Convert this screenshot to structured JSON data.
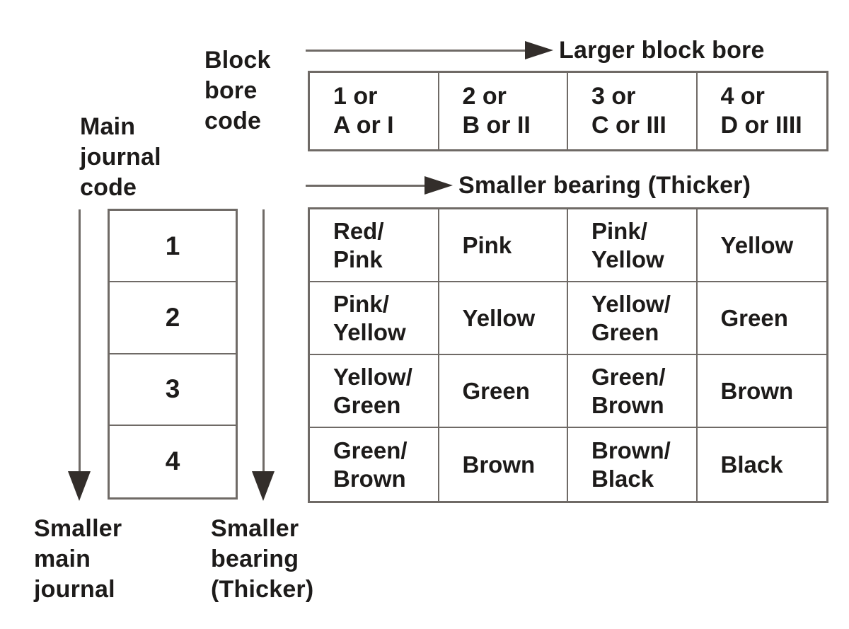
{
  "labels": {
    "block_bore_code": "Block\nbore\ncode",
    "larger_block_bore": "Larger block bore",
    "smaller_bearing_top": "Smaller bearing (Thicker)",
    "main_journal_code": "Main\njournal\ncode",
    "smaller_main_journal": "Smaller\nmain\njournal",
    "smaller_bearing_bottom": "Smaller\nbearing\n(Thicker)"
  },
  "block_bore_header": {
    "columns": [
      "1 or\nA or I",
      "2 or\nB or II",
      "3 or\nC or III",
      "4 or\nD or IIII"
    ]
  },
  "main_journal_codes": [
    "1",
    "2",
    "3",
    "4"
  ],
  "bearing_table": {
    "rows": [
      [
        "Red/\nPink",
        "Pink",
        "Pink/\nYellow",
        "Yellow"
      ],
      [
        "Pink/\nYellow",
        "Yellow",
        "Yellow/\nGreen",
        "Green"
      ],
      [
        "Yellow/\nGreen",
        "Green",
        "Green/\nBrown",
        "Brown"
      ],
      [
        "Green/\nBrown",
        "Brown",
        "Brown/\nBlack",
        "Black"
      ]
    ]
  },
  "colors": {
    "line": "#6f6a66",
    "arrow": "#332e2b",
    "text": "#1d1b1a",
    "background": "#ffffff"
  }
}
